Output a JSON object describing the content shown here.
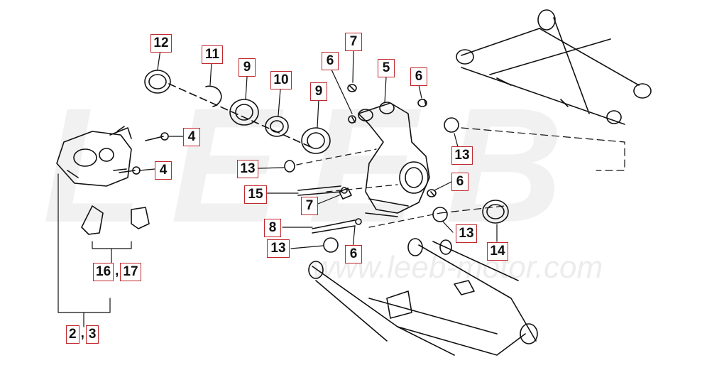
{
  "watermark": {
    "brand": "LEEB",
    "url": "www.leeb-motor.com"
  },
  "colors": {
    "callout_border": "#c0282d",
    "line": "#111111"
  },
  "callouts": [
    {
      "id": "12",
      "label": "12"
    },
    {
      "id": "11",
      "label": "11"
    },
    {
      "id": "9a",
      "label": "9"
    },
    {
      "id": "10",
      "label": "10"
    },
    {
      "id": "9b",
      "label": "9"
    },
    {
      "id": "6a",
      "label": "6"
    },
    {
      "id": "7a",
      "label": "7"
    },
    {
      "id": "5",
      "label": "5"
    },
    {
      "id": "6b",
      "label": "6"
    },
    {
      "id": "4a",
      "label": "4"
    },
    {
      "id": "4b",
      "label": "4"
    },
    {
      "id": "13a",
      "label": "13"
    },
    {
      "id": "13b",
      "label": "13"
    },
    {
      "id": "15",
      "label": "15"
    },
    {
      "id": "7b",
      "label": "7"
    },
    {
      "id": "6c",
      "label": "6"
    },
    {
      "id": "8",
      "label": "8"
    },
    {
      "id": "13c",
      "label": "13"
    },
    {
      "id": "13d",
      "label": "13"
    },
    {
      "id": "6d",
      "label": "6"
    },
    {
      "id": "14",
      "label": "14"
    }
  ],
  "group_16_17": {
    "first": "16",
    "sep": ",",
    "second": "17"
  },
  "group_2_3": {
    "first": "2",
    "sep": ",",
    "second": "3"
  }
}
